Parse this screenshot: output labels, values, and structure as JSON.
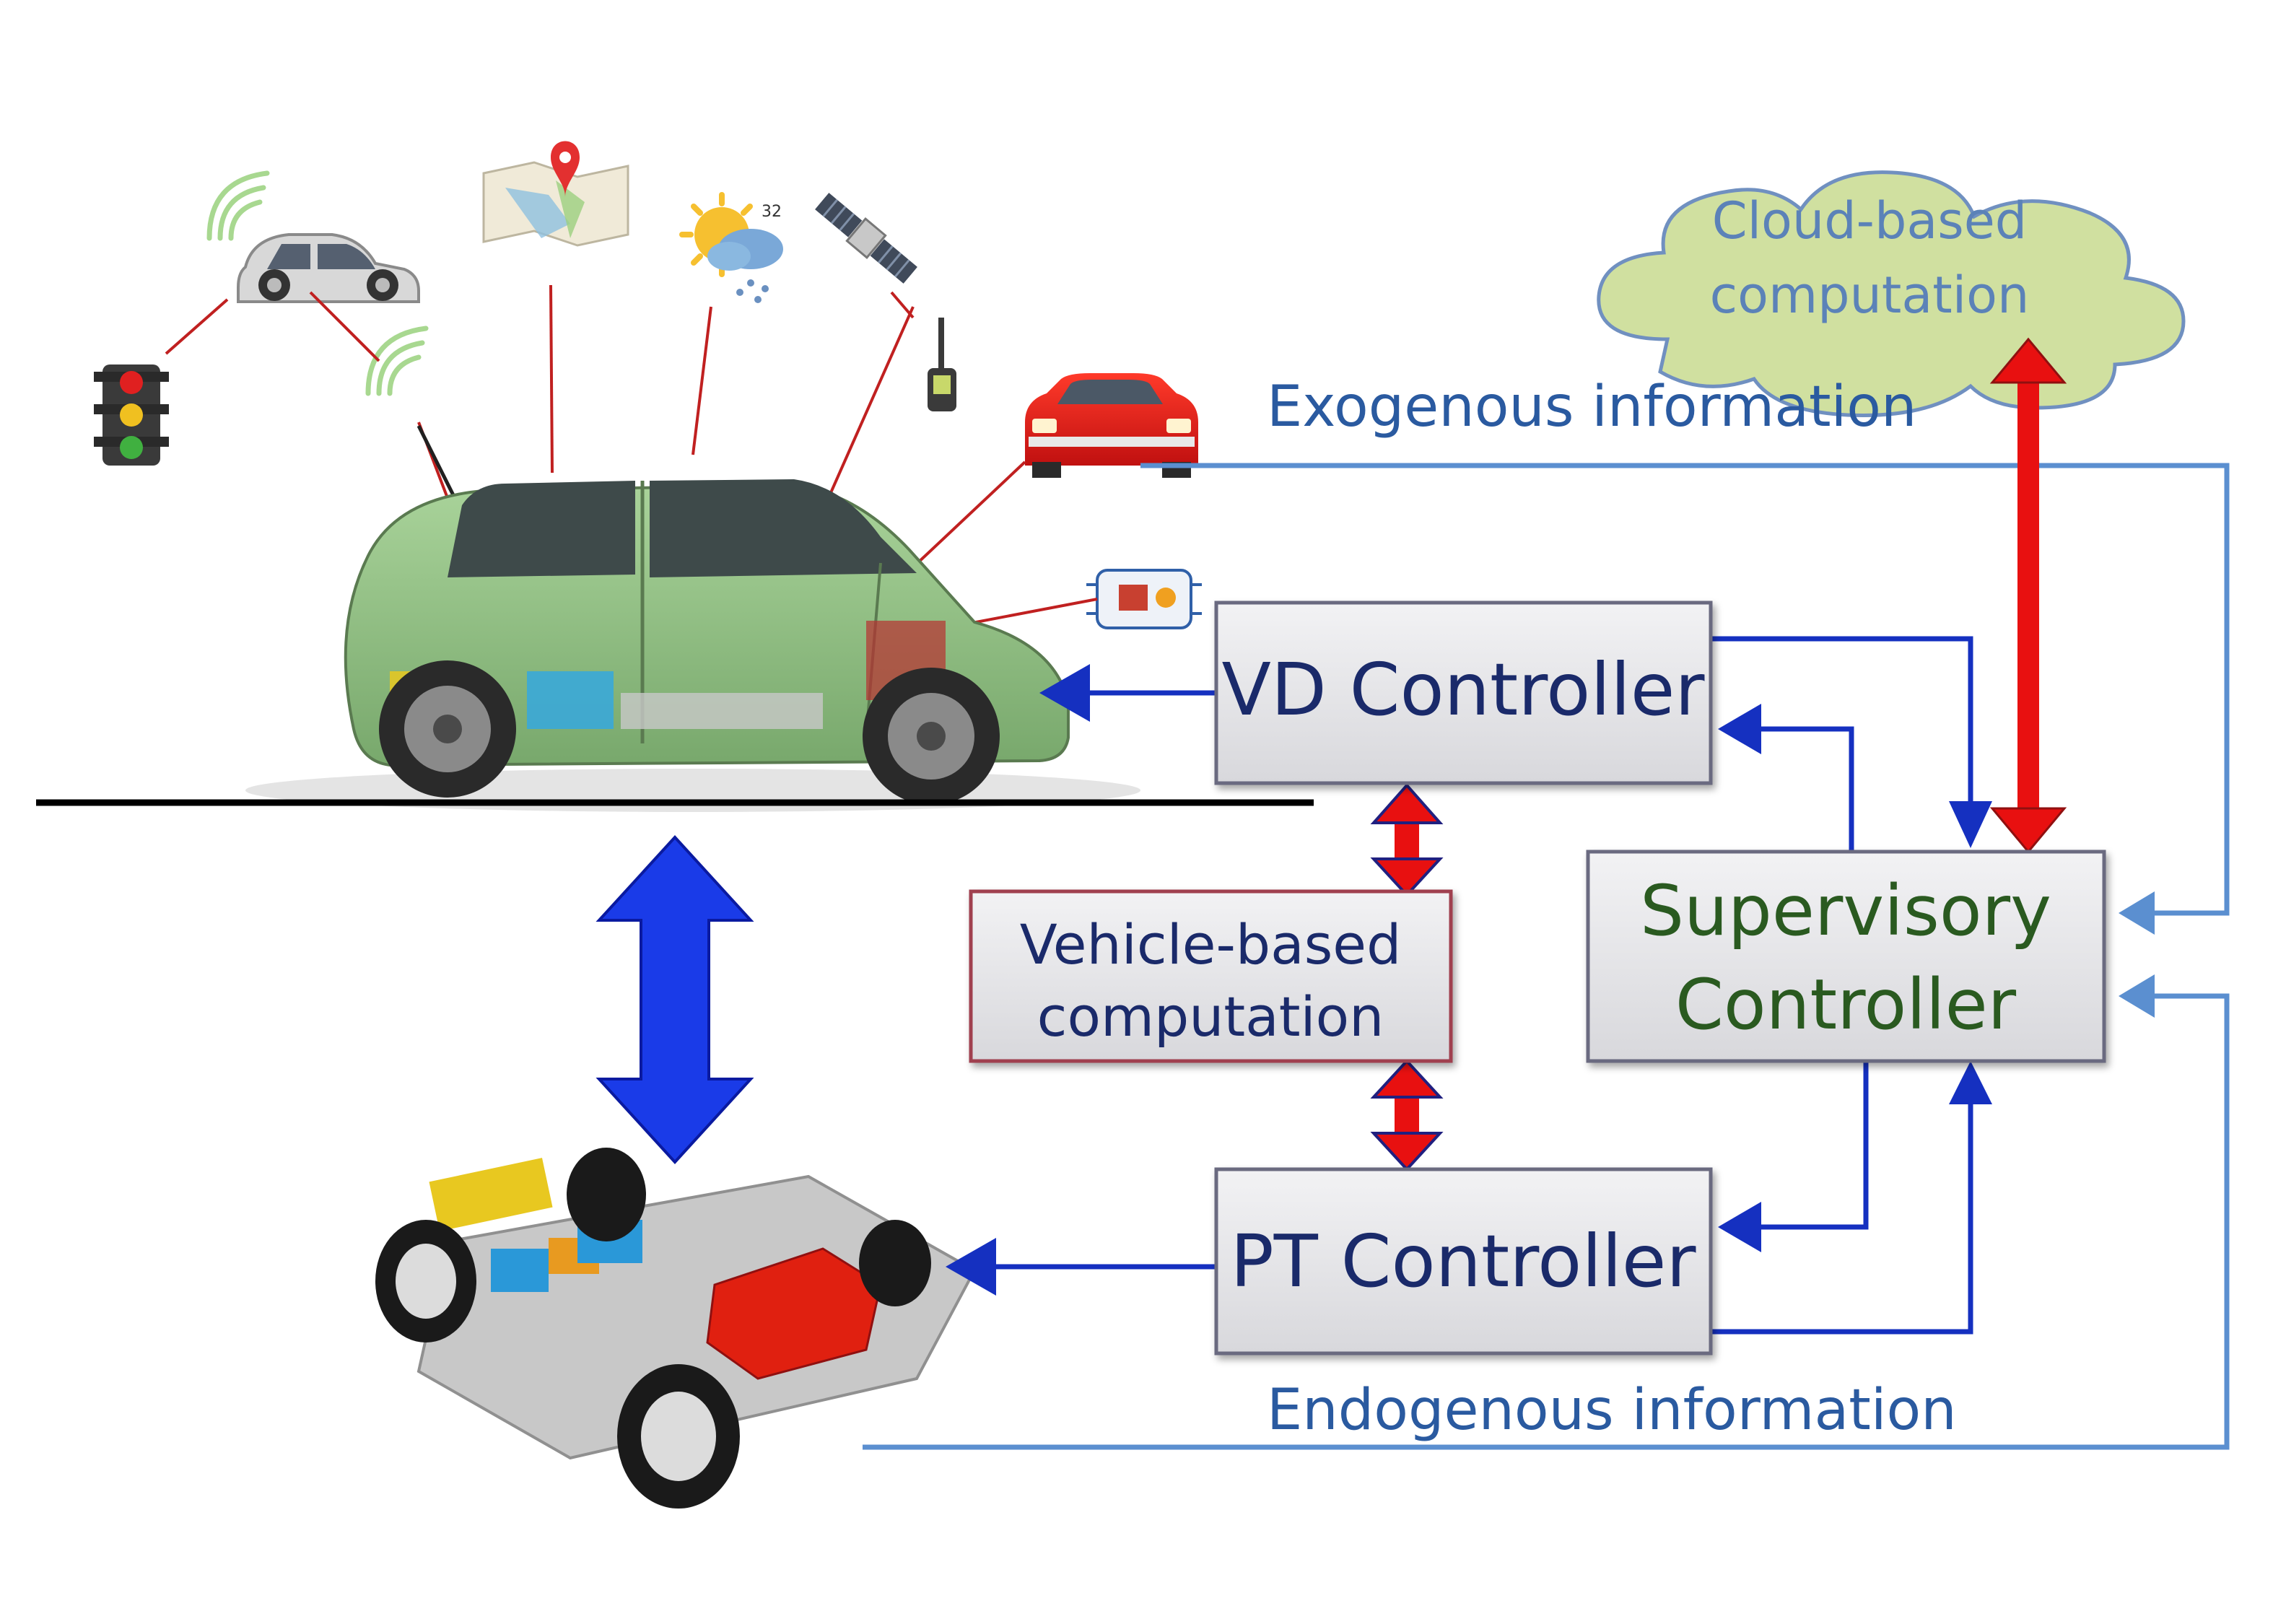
{
  "cloud": {
    "line1": "Cloud-based",
    "line2": "computation"
  },
  "labels": {
    "exogenous": "Exogenous information",
    "endogenous": "Endogenous information"
  },
  "controllers": {
    "vd": "VD Controller",
    "pt": "PT Controller",
    "supervisory_line1": "Supervisory",
    "supervisory_line2": "Controller"
  },
  "vehicle_computation": {
    "line1": "Vehicle-based",
    "line2": "computation"
  },
  "weather_icon_temp": "32",
  "colors": {
    "control_arrow": "#1530c0",
    "info_line": "#5b8fd0",
    "red_arrow": "#e81010",
    "cloud_fill": "#d0e0a0",
    "cloud_text": "#5b82b8",
    "supervisory_text": "#2a5a20",
    "controller_text": "#1a2a6a",
    "label_text": "#2a5aa0"
  }
}
